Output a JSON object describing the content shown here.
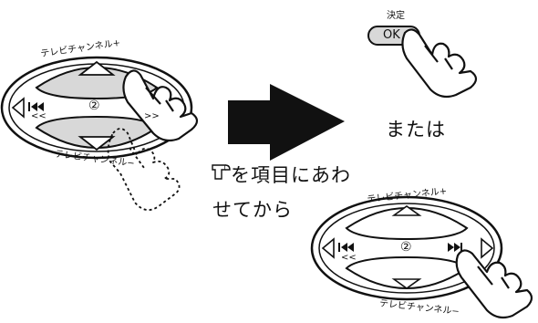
{
  "labels": {
    "channel_plus_left": "テレビチャンネル+",
    "channel_minus_left": "テレビチャンネル−",
    "channel_plus_right": "テレビチャンネル+",
    "channel_minus_right": "テレビチャンネル−",
    "kettei": "決定",
    "ok": "OK",
    "circle_num": "②",
    "prev_label": "<<",
    "next_label": ">>"
  },
  "text": {
    "matawa": "または",
    "instruction_line1": "を項目にあわ",
    "instruction_line2": "せてから"
  },
  "icons": {
    "pointer": "pointer-finger-icon",
    "arrow": "right-arrow-icon"
  }
}
